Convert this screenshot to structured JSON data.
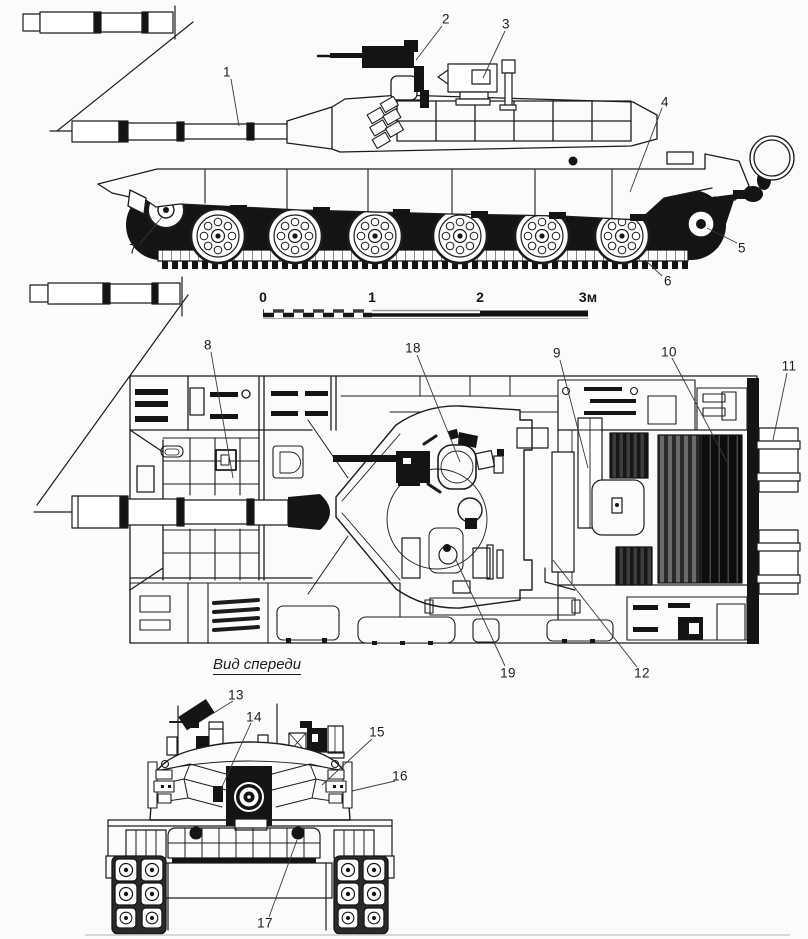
{
  "figure": {
    "callouts": [
      "1",
      "2",
      "3",
      "4",
      "5",
      "6",
      "7",
      "8",
      "9",
      "10",
      "11",
      "12",
      "13",
      "14",
      "15",
      "16",
      "17",
      "18",
      "19"
    ],
    "scale_labels": [
      "0",
      "1",
      "2",
      "3м"
    ],
    "front_view_caption": "Вид спереди",
    "colors": {
      "ink": "#1c1c1c",
      "paper": "#fbfbfa"
    }
  }
}
